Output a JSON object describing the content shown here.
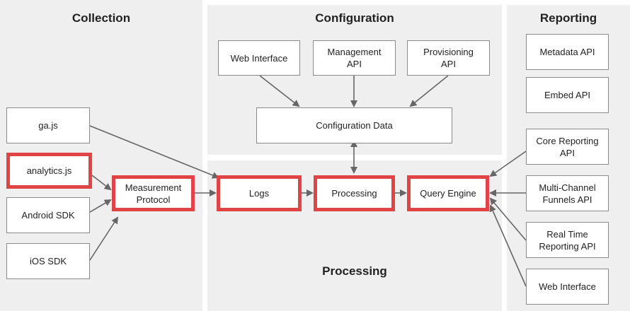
{
  "sections": {
    "collection": "Collection",
    "configuration": "Configuration",
    "reporting": "Reporting",
    "processing": "Processing"
  },
  "collection": {
    "ga_js": "ga.js",
    "analytics_js": "analytics.js",
    "android_sdk": "Android SDK",
    "ios_sdk": "iOS SDK",
    "measurement_protocol": "Measurement\nProtocol"
  },
  "configuration": {
    "web_interface": "Web Interface",
    "management_api": "Management\nAPI",
    "provisioning_api": "Provisioning\nAPI",
    "configuration_data": "Configuration Data"
  },
  "processing": {
    "logs": "Logs",
    "processing": "Processing",
    "query_engine": "Query Engine"
  },
  "reporting": {
    "metadata_api": "Metadata API",
    "embed_api": "Embed API",
    "core_reporting_api": "Core Reporting\nAPI",
    "mcf_api": "Multi-Channel\nFunnels API",
    "realtime_api": "Real Time\nReporting API",
    "web_interface": "Web Interface"
  },
  "colors": {
    "highlight": "#e04444",
    "panel": "#efefef",
    "arrow": "#666666"
  }
}
